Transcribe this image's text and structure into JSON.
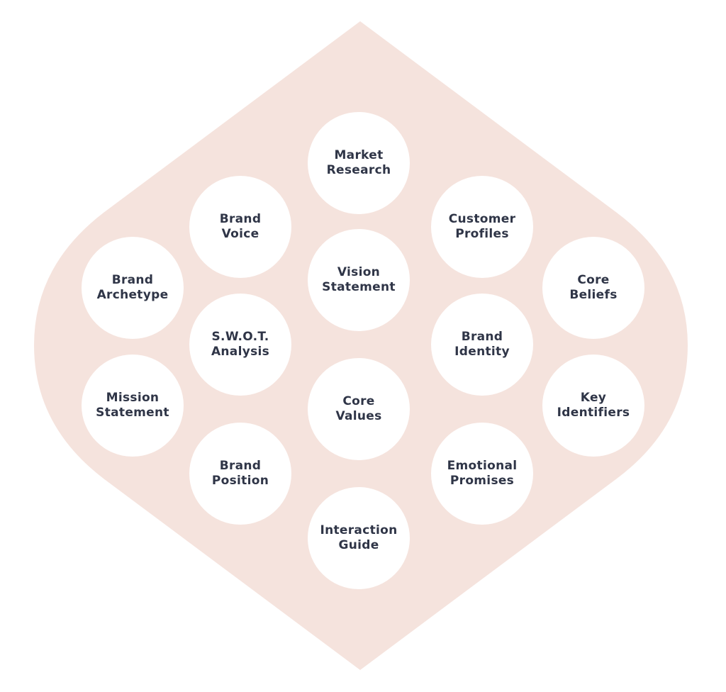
{
  "colors": {
    "background": "#ffffff",
    "shape_fill": "#f5e3dd",
    "node_fill": "#ffffff",
    "label_text": "#2f3547"
  },
  "nodes": [
    {
      "id": "market-research",
      "label": "Market\nResearch"
    },
    {
      "id": "brand-voice",
      "label": "Brand\nVoice"
    },
    {
      "id": "customer-profiles",
      "label": "Customer\nProfiles"
    },
    {
      "id": "brand-archetype",
      "label": "Brand\nArchetype"
    },
    {
      "id": "vision-statement",
      "label": "Vision\nStatement"
    },
    {
      "id": "core-beliefs",
      "label": "Core\nBeliefs"
    },
    {
      "id": "swot-analysis",
      "label": "S.W.O.T.\nAnalysis"
    },
    {
      "id": "brand-identity",
      "label": "Brand\nIdentity"
    },
    {
      "id": "mission-statement",
      "label": "Mission\nStatement"
    },
    {
      "id": "core-values",
      "label": "Core\nValues"
    },
    {
      "id": "key-identifiers",
      "label": "Key\nIdentifiers"
    },
    {
      "id": "brand-position",
      "label": "Brand\nPosition"
    },
    {
      "id": "emotional-promises",
      "label": "Emotional\nPromises"
    },
    {
      "id": "interaction-guide",
      "label": "Interaction\nGuide"
    }
  ]
}
